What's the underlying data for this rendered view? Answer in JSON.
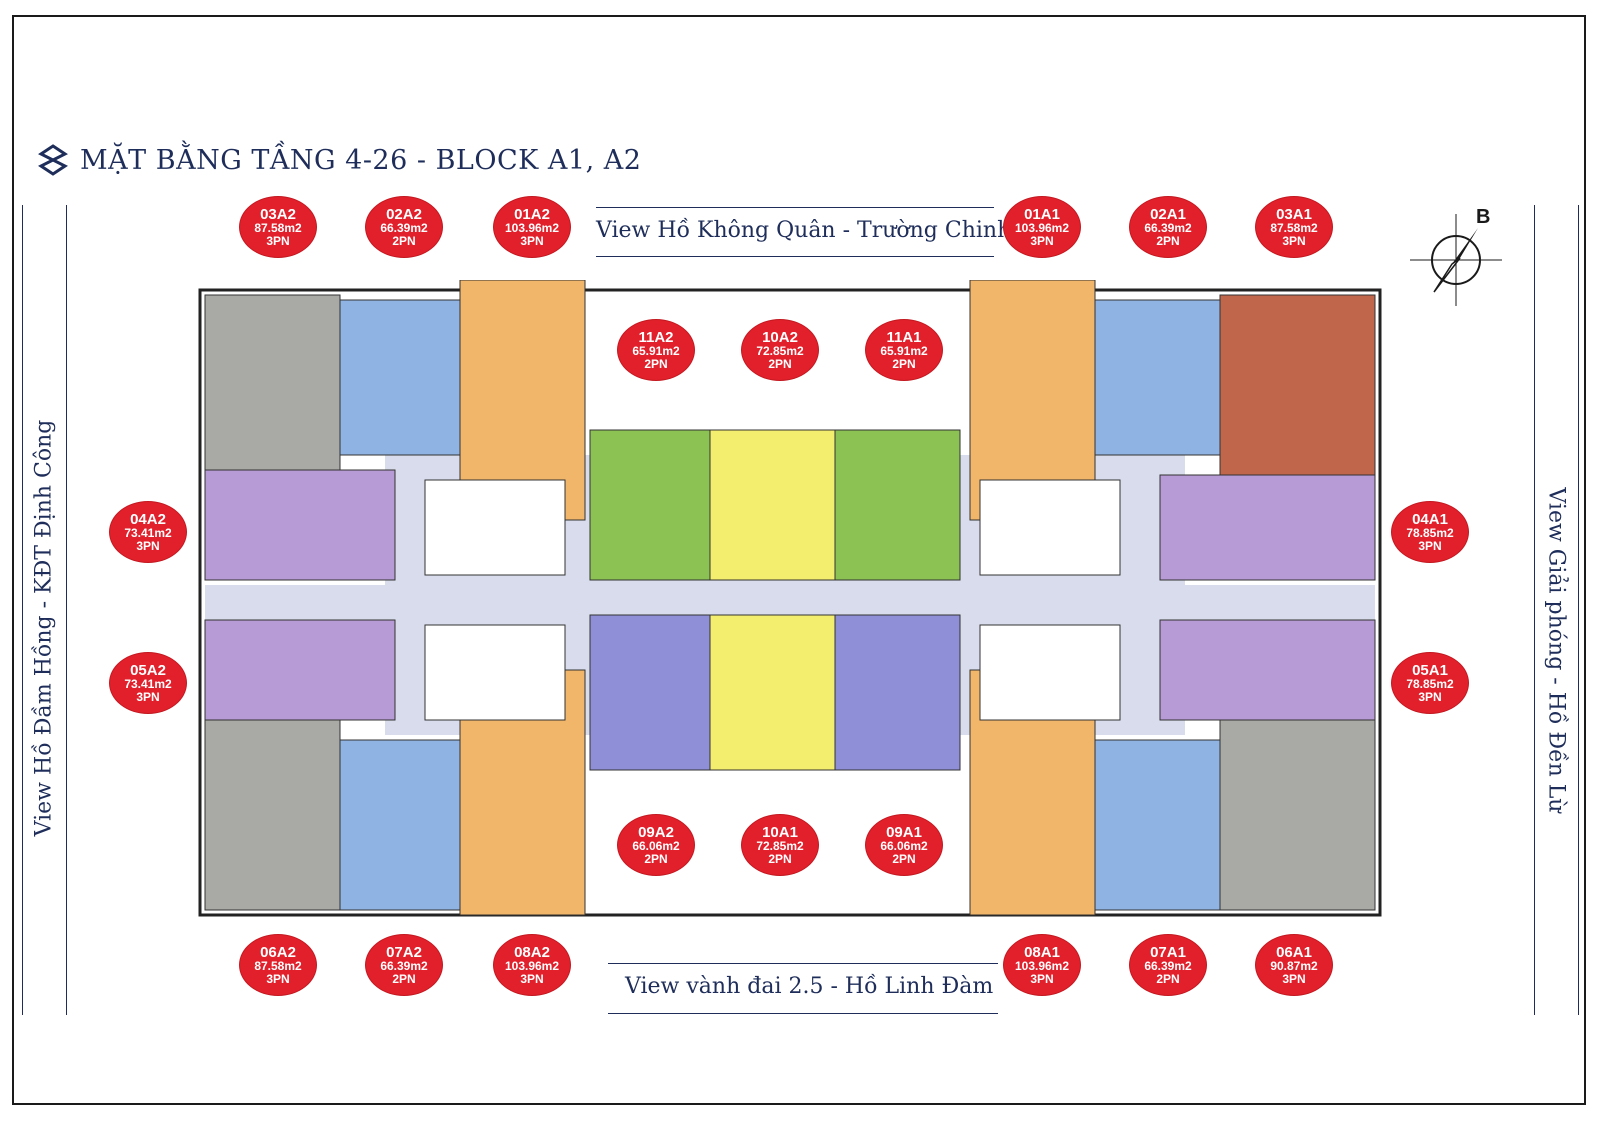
{
  "title": "MẶT BẰNG TẦNG 4-26 - BLOCK A1, A2",
  "views": {
    "top": "View Hồ Không Quân - Trường Chinh",
    "bottom": "View vành đai 2.5 - Hồ Linh Đàm",
    "left": "View Hồ Đầm Hồng - KĐT Định Công",
    "right": "View Giải phóng - Hồ Đền Lừ"
  },
  "compass": {
    "letter": "B",
    "icon": "compass-rose-icon"
  },
  "colors": {
    "badge": "#e1202b",
    "corridor": "#d9dcec",
    "gray": "#a9aaa6",
    "blue": "#8fb3e2",
    "orange": "#f2b66a",
    "purple": "#b79bd6",
    "green": "#8cc153",
    "yellow": "#f4ee6e",
    "violet": "#8e8fd6",
    "red": "#c0664b",
    "text": "#1e2d5a"
  },
  "units": [
    {
      "id": "03A2",
      "area": "87.58m2",
      "rooms": "3PN"
    },
    {
      "id": "02A2",
      "area": "66.39m2",
      "rooms": "2PN"
    },
    {
      "id": "01A2",
      "area": "103.96m2",
      "rooms": "3PN"
    },
    {
      "id": "01A1",
      "area": "103.96m2",
      "rooms": "3PN"
    },
    {
      "id": "02A1",
      "area": "66.39m2",
      "rooms": "2PN"
    },
    {
      "id": "03A1",
      "area": "87.58m2",
      "rooms": "3PN"
    },
    {
      "id": "11A2",
      "area": "65.91m2",
      "rooms": "2PN"
    },
    {
      "id": "10A2",
      "area": "72.85m2",
      "rooms": "2PN"
    },
    {
      "id": "11A1",
      "area": "65.91m2",
      "rooms": "2PN"
    },
    {
      "id": "04A2",
      "area": "73.41m2",
      "rooms": "3PN"
    },
    {
      "id": "05A2",
      "area": "73.41m2",
      "rooms": "3PN"
    },
    {
      "id": "04A1",
      "area": "78.85m2",
      "rooms": "3PN"
    },
    {
      "id": "05A1",
      "area": "78.85m2",
      "rooms": "3PN"
    },
    {
      "id": "09A2",
      "area": "66.06m2",
      "rooms": "2PN"
    },
    {
      "id": "10A1",
      "area": "72.85m2",
      "rooms": "2PN"
    },
    {
      "id": "09A1",
      "area": "66.06m2",
      "rooms": "2PN"
    },
    {
      "id": "06A2",
      "area": "87.58m2",
      "rooms": "3PN"
    },
    {
      "id": "07A2",
      "area": "66.39m2",
      "rooms": "2PN"
    },
    {
      "id": "08A2",
      "area": "103.96m2",
      "rooms": "3PN"
    },
    {
      "id": "08A1",
      "area": "103.96m2",
      "rooms": "3PN"
    },
    {
      "id": "07A1",
      "area": "66.39m2",
      "rooms": "2PN"
    },
    {
      "id": "06A1",
      "area": "90.87m2",
      "rooms": "3PN"
    }
  ]
}
